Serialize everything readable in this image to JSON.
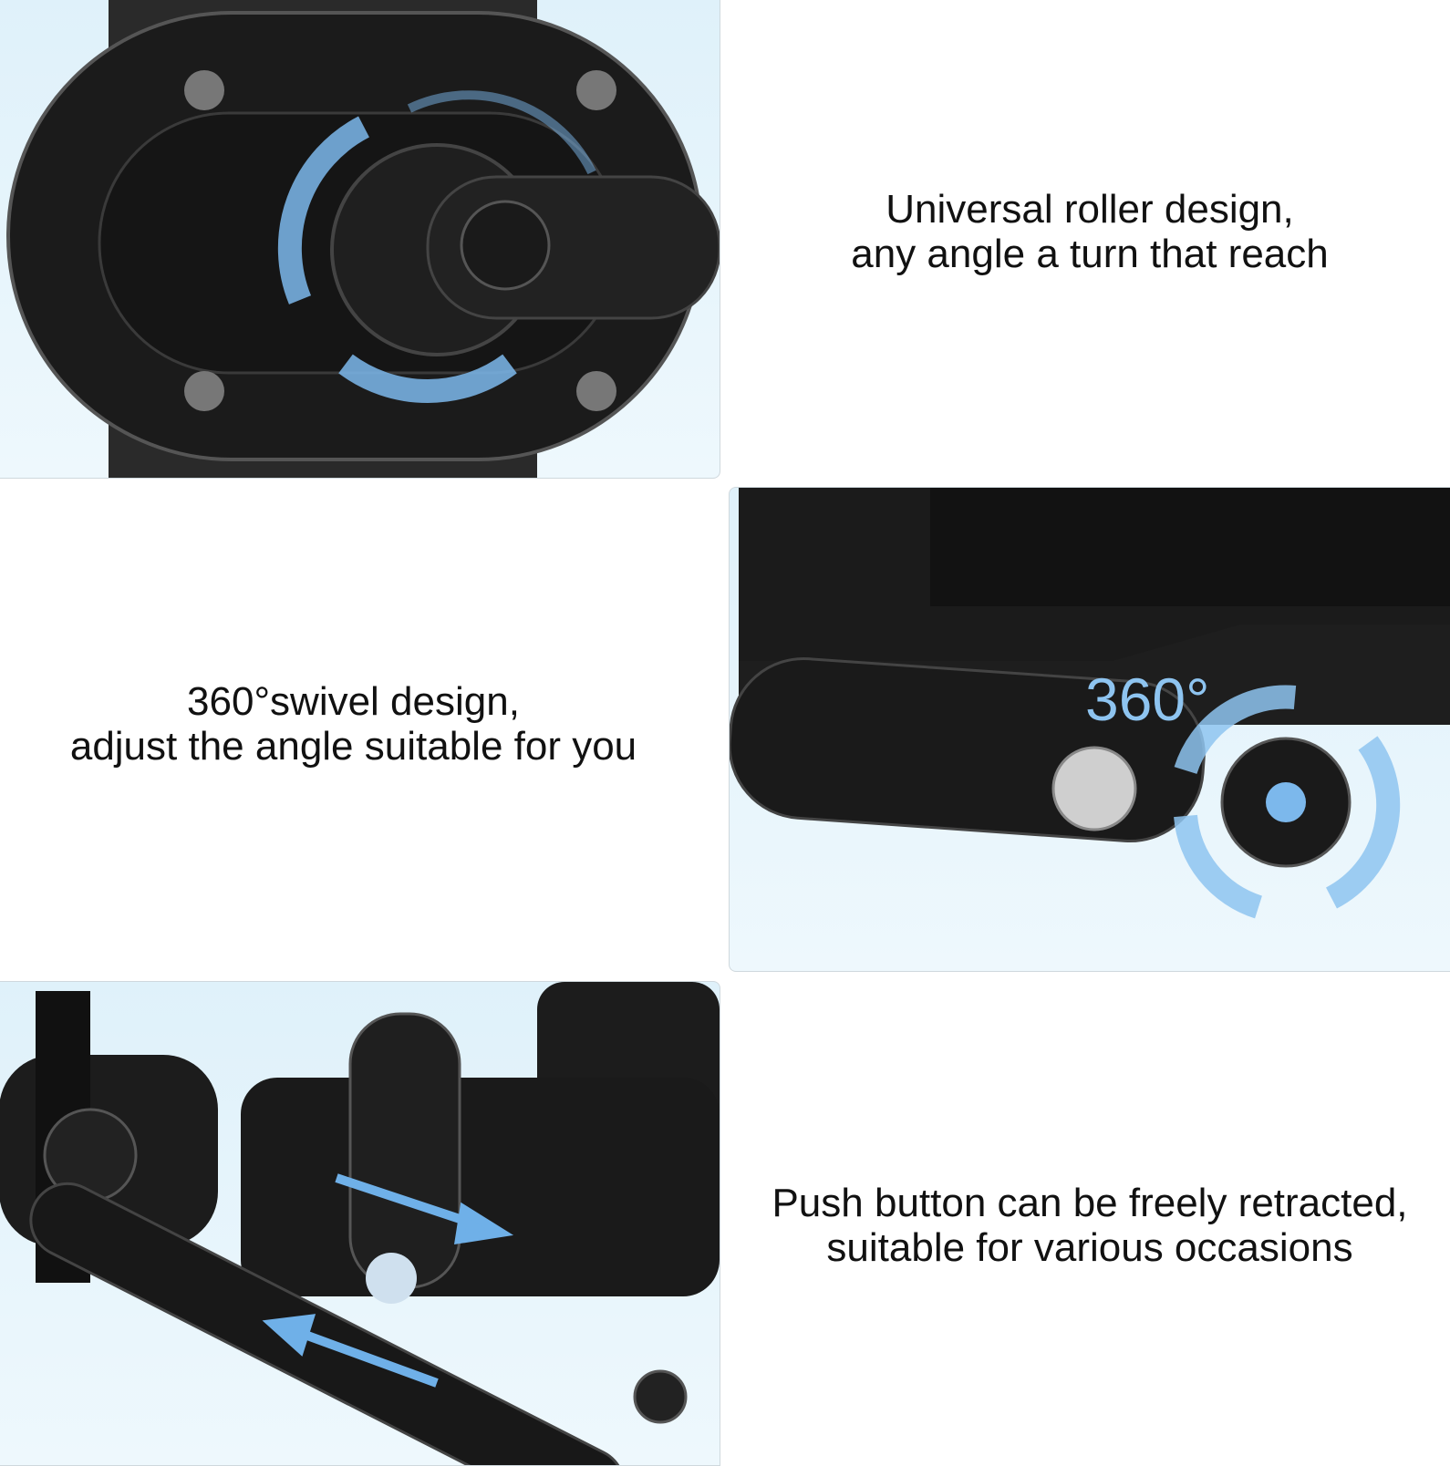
{
  "features": [
    {
      "lines": [
        "Universal roller design,",
        "any angle a turn that reach"
      ]
    },
    {
      "lines": [
        "360°swivel design,",
        "adjust the angle suitable for you"
      ],
      "badge": "360°"
    },
    {
      "lines": [
        "Push button can be freely retracted,",
        "suitable for various occasions"
      ]
    }
  ],
  "colors": {
    "accent": "#7cb8ec",
    "product": "#1a1a1a",
    "background": "#e4f4fb"
  }
}
